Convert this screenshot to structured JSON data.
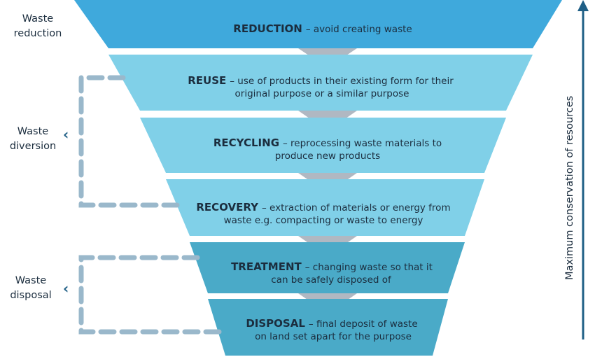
{
  "tiers": [
    {
      "name": "REDUCTION",
      "line1": "– avoid creating waste",
      "line2": "",
      "color": "#3fa9dc"
    },
    {
      "name": "REUSE",
      "line1": "– use of products in their existing form for their",
      "line2": "original purpose or a similar purpose",
      "color": "#80d0e8"
    },
    {
      "name": "RECYCLING",
      "line1": "– reprocessing waste materials to",
      "line2": "produce new products",
      "color": "#80d0e8"
    },
    {
      "name": "RECOVERY",
      "line1": "– extraction of materials or energy from",
      "line2": "waste e.g. compacting or waste to energy",
      "color": "#80d0e8"
    },
    {
      "name": "TREATMENT",
      "line1": "– changing waste so that it",
      "line2": "can be safely disposed of",
      "color": "#4aaac8"
    },
    {
      "name": "DISPOSAL",
      "line1": "– final deposit of waste",
      "line2": "on land set apart for the purpose",
      "color": "#4aaac8"
    }
  ],
  "side_labels": {
    "reduction": {
      "line1": "Waste",
      "line2": "reduction"
    },
    "diversion": {
      "line1": "Waste",
      "line2": "diversion"
    },
    "disposal": {
      "line1": "Waste",
      "line2": "disposal"
    }
  },
  "chevron_glyph": "‹",
  "vertical_label": "Maximum conservation of resources",
  "colors": {
    "connector": "#b0b8c2",
    "bracket": "#9ab8cb",
    "arrow": "#1f5f86"
  }
}
